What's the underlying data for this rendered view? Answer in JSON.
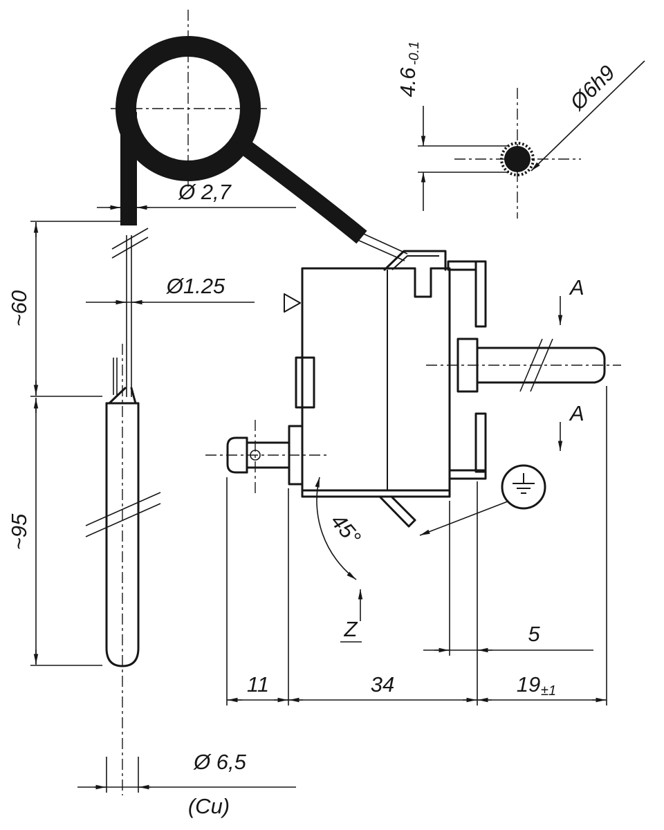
{
  "drawing": {
    "kind": "thermostat-capillary-technical-drawing",
    "line_color": "#161616",
    "labels": {
      "coil_tube_diameter": "Ø 2,7",
      "capillary_diameter": "Ø1.25",
      "tube_length": "~60",
      "bulb_length": "~95",
      "bulb_diameter": "Ø 6,5",
      "bulb_material": "(Cu)",
      "flat_size": "4.6",
      "flat_size_tolerance": "-0.1",
      "shaft_diameter": "Ø6h9",
      "section_top": "A",
      "section_bottom": "A",
      "tab_angle": "45°",
      "detail_zone": "Z",
      "bracket_gap": "5",
      "plunger_protrusion": "11",
      "body_width": "34",
      "shaft_length": "19",
      "shaft_length_tolerance": "±1"
    }
  }
}
